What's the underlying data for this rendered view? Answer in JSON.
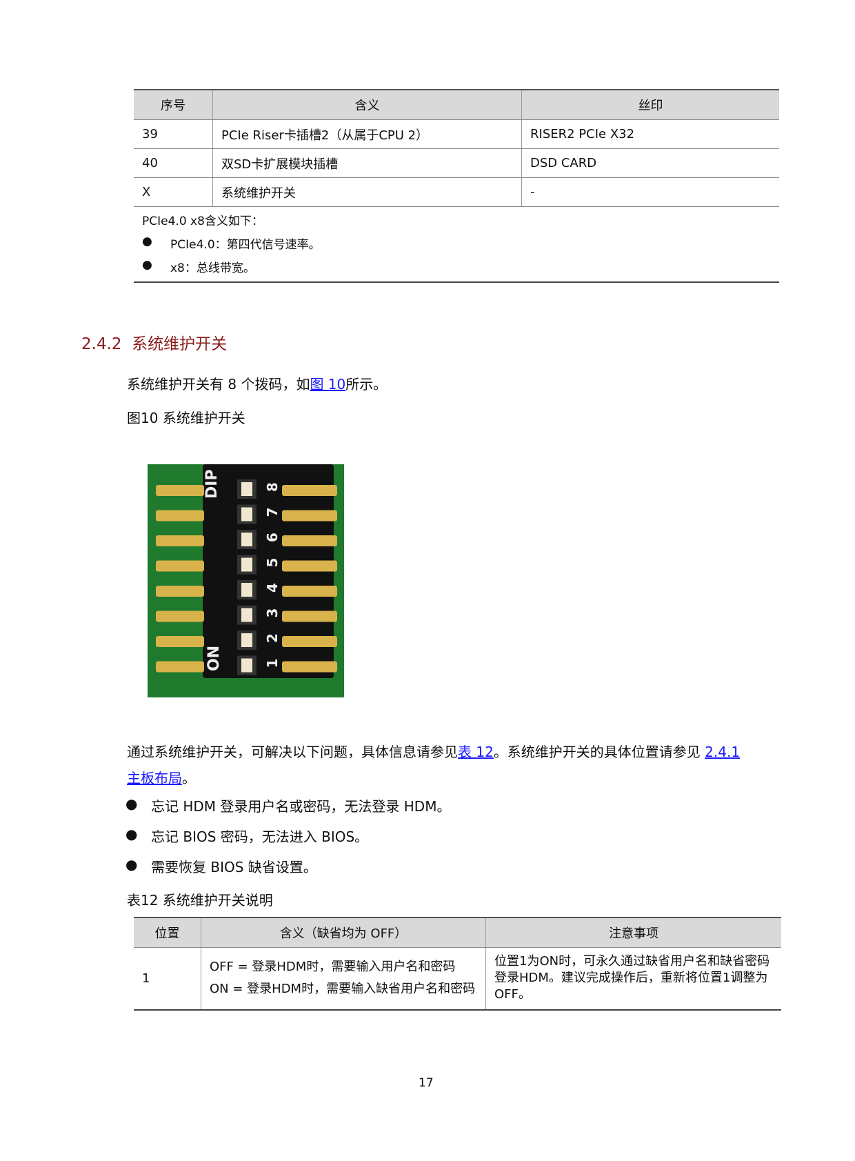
{
  "table1": {
    "headers": [
      "序号",
      "含义",
      "丝印"
    ],
    "rows": [
      [
        "39",
        "PCIe Riser卡插槽2（从属于CPU 2）",
        "RISER2 PCIe X32"
      ],
      [
        "40",
        "双SD卡扩展模块插槽",
        "DSD CARD"
      ],
      [
        "X",
        "系统维护开关",
        "-"
      ]
    ],
    "note": {
      "intro": "PCIe4.0 x8含义如下：",
      "items": [
        {
          "term": "PCIe4.0：",
          "text": "第四代信号速率。"
        },
        {
          "term": "x8：",
          "text": "总线带宽。"
        }
      ]
    }
  },
  "section": {
    "number": "2.4.2",
    "title": "系统维护开关",
    "color": "#8b1a1a"
  },
  "para1": {
    "before": "系统维护开关有 8 个拨码，如",
    "link": "图 10",
    "after": "所示。"
  },
  "figure": {
    "caption": "图10  系统维护开关",
    "dip_labels": {
      "dip": "DIP",
      "on": "ON",
      "numbers": [
        "1",
        "2",
        "3",
        "4",
        "5",
        "6",
        "7",
        "8"
      ]
    }
  },
  "para2": {
    "before": "通过系统维护开关，可解决以下问题，具体信息请参见",
    "link1": "表 12",
    "middle": "。系统维护开关的具体位置请参见 ",
    "link2a": "2.4.1",
    "link2b": "主板布局",
    "after": "。"
  },
  "bullets": [
    "忘记 HDM 登录用户名或密码，无法登录 HDM。",
    "忘记 BIOS 密码，无法进入 BIOS。",
    "需要恢复 BIOS 缺省设置。"
  ],
  "table2": {
    "caption": "表12  系统维护开关说明",
    "headers": [
      "位置",
      "含义（缺省均为 OFF）",
      "注意事项"
    ],
    "rows": [
      {
        "pos": "1",
        "meaning": [
          "OFF = 登录HDM时，需要输入用户名和密码",
          "ON = 登录HDM时，需要输入缺省用户名和密码"
        ],
        "note": "位置1为ON时，可永久通过缺省用户名和缺省密码登录HDM。建议完成操作后，重新将位置1调整为OFF。"
      }
    ]
  },
  "page_number": "17"
}
